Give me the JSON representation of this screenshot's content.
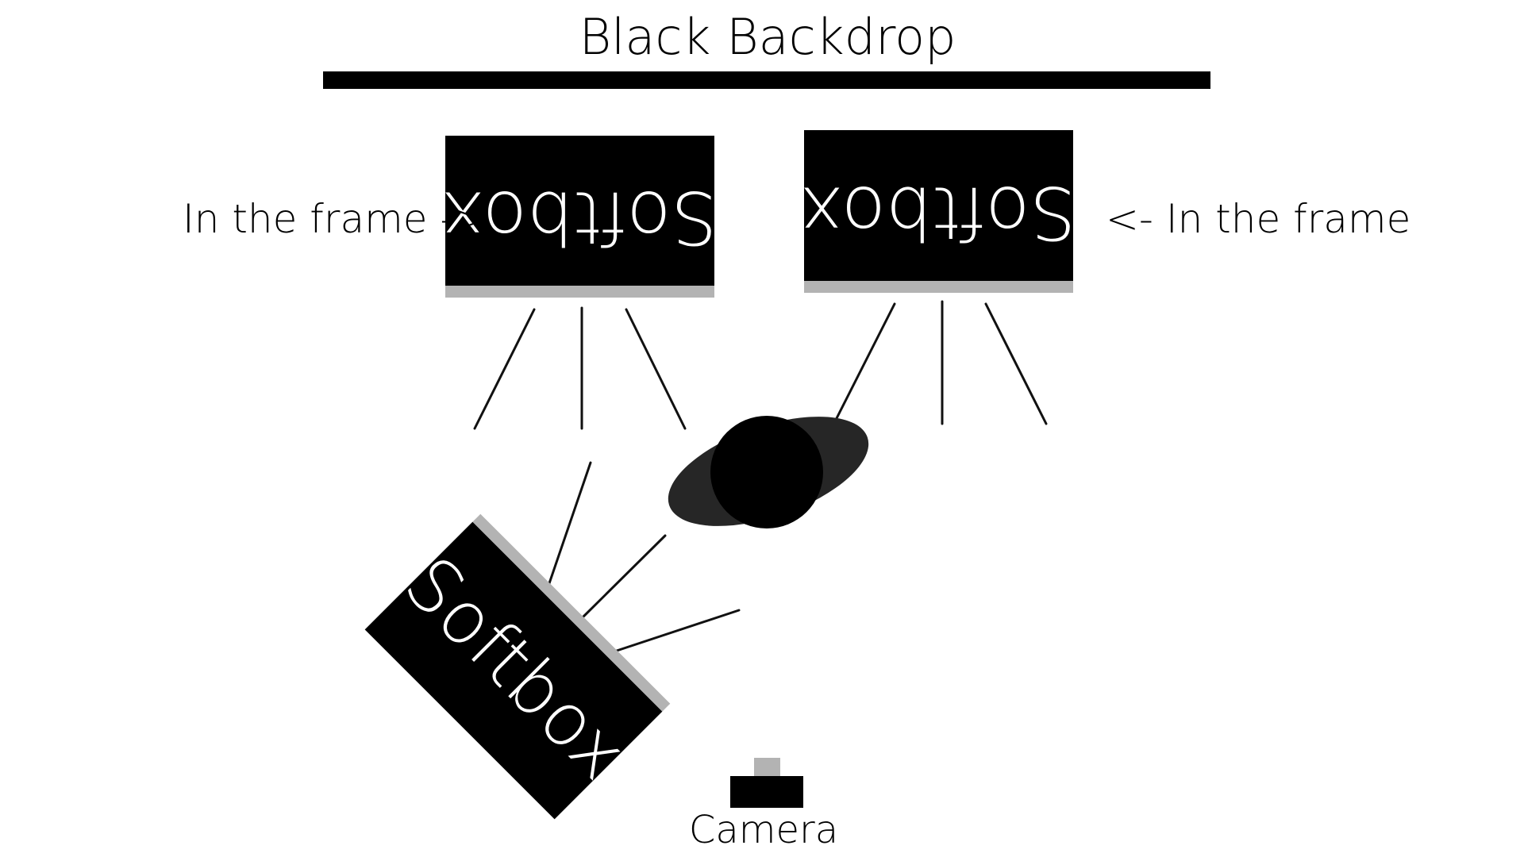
{
  "backdrop": {
    "label": "Black Backdrop"
  },
  "softboxes": {
    "left": {
      "label": "Softbox",
      "annotation": "In the frame ->"
    },
    "right": {
      "label": "Softbox",
      "annotation": "<- In the frame"
    },
    "key": {
      "label": "Softbox"
    }
  },
  "camera": {
    "label": "Camera"
  },
  "colors": {
    "background": "#ffffff",
    "box_fill": "#000000",
    "diffuser_edge": "#b3b3b3",
    "subject_head": "#000000",
    "subject_shoulders": "#262626"
  }
}
